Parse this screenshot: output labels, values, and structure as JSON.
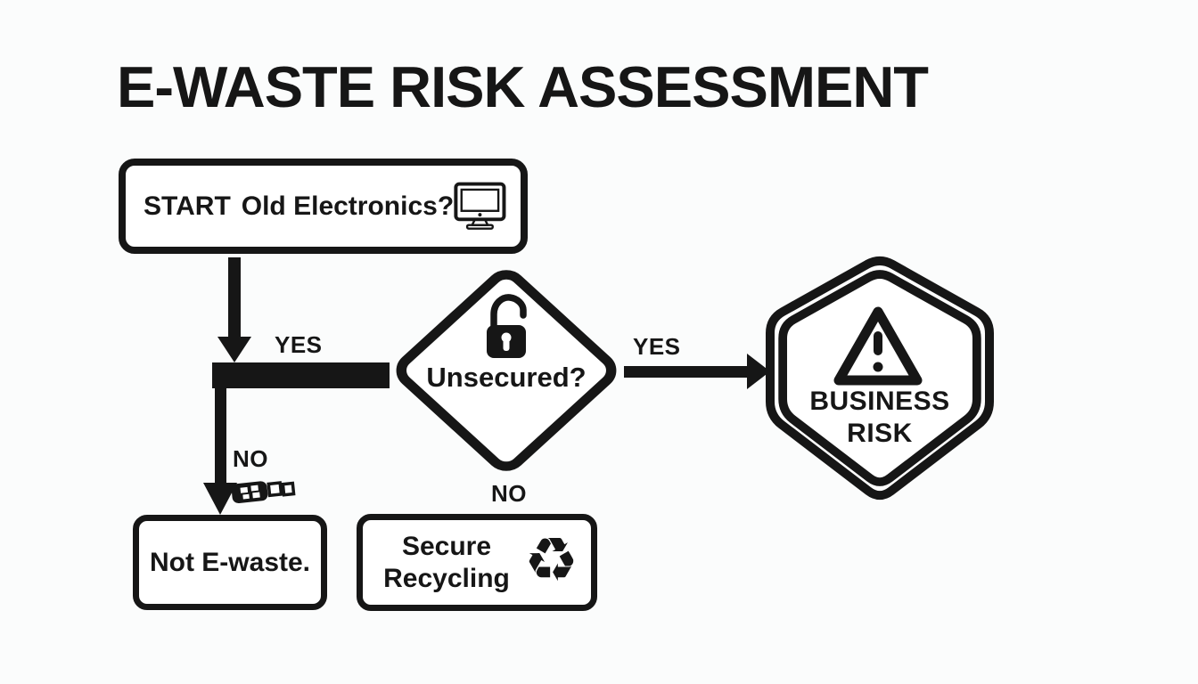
{
  "title": "E-WASTE RISK ASSESSMENT",
  "colors": {
    "ink": "#161616",
    "paper": "#ffffff",
    "background": "#fbfcfc"
  },
  "nodes": {
    "start": {
      "prefix": "START",
      "question": "Old Electronics?",
      "icon": "computer-monitor-icon"
    },
    "decision": {
      "label": "Unsecured?",
      "icon": "open-padlock-icon"
    },
    "business_risk": {
      "line1": "BUSINESS",
      "line2": "RISK",
      "icon": "warning-triangle-icon",
      "shape": "double-border-hexagon"
    },
    "not_ewaste": {
      "label": "Not E-waste."
    },
    "secure_recycling": {
      "line1": "Secure",
      "line2": "Recycling",
      "icon": "recycling-symbol-icon",
      "icon_glyph": "♻"
    }
  },
  "edges": {
    "start_to_junction": {
      "label": "YES"
    },
    "junction_to_not_ewaste": {
      "label": "NO"
    },
    "decision_to_risk": {
      "label": "YES"
    },
    "decision_to_recycling": {
      "label": "NO"
    }
  },
  "decorations": {
    "junction_icon": "cable-connector-icon"
  }
}
